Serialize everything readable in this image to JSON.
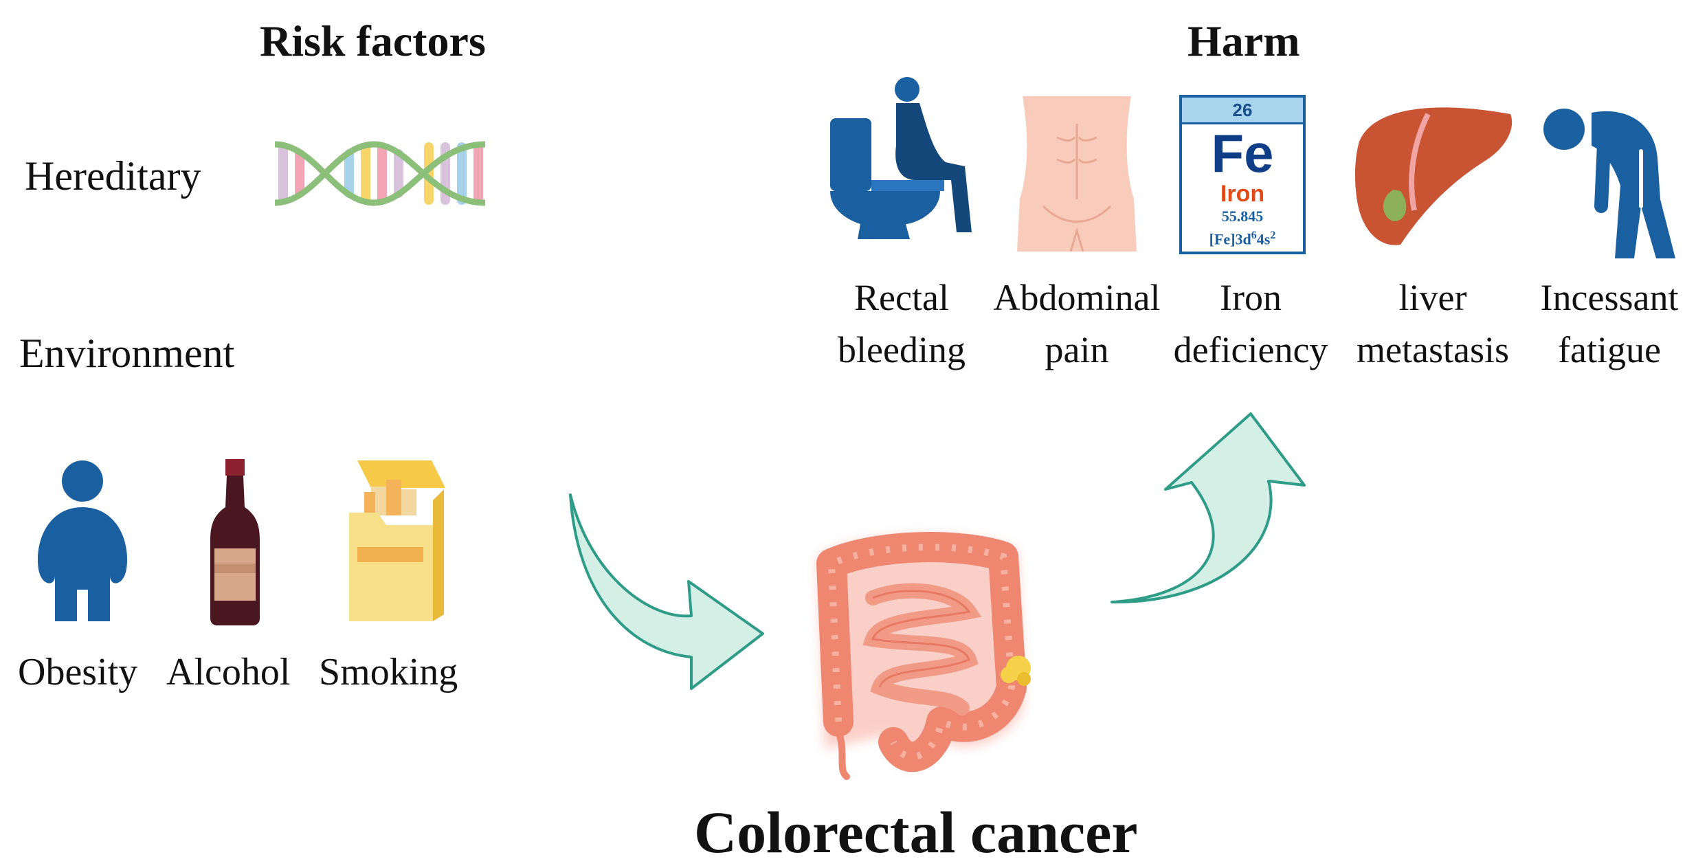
{
  "risk": {
    "title": "Risk factors",
    "hereditary": "Hereditary",
    "environment": "Environment",
    "obesity": "Obesity",
    "alcohol": "Alcohol",
    "smoking": "Smoking"
  },
  "harm": {
    "title": "Harm",
    "items": [
      {
        "line1": "Rectal",
        "line2": "bleeding"
      },
      {
        "line1": "Abdominal",
        "line2": "pain"
      },
      {
        "line1": "Iron",
        "line2": "deficiency"
      },
      {
        "line1": "liver",
        "line2": "metastasis"
      },
      {
        "line1": "Incessant",
        "line2": "fatigue"
      }
    ],
    "iron_tile": {
      "number": "26",
      "symbol": "Fe",
      "name": "Iron",
      "mass": "55.845",
      "config_base": "[Fe]3d",
      "config_sup1": "6",
      "config_mid": "4s",
      "config_sup2": "2"
    }
  },
  "center": {
    "title": "Colorectal cancer"
  },
  "colors": {
    "blue": "#1a5fa0",
    "arrow_fill": "#d4efe6",
    "arrow_stroke": "#2f9c88",
    "colon": "#ef8a72",
    "dna_green": "#8bbf7a"
  }
}
